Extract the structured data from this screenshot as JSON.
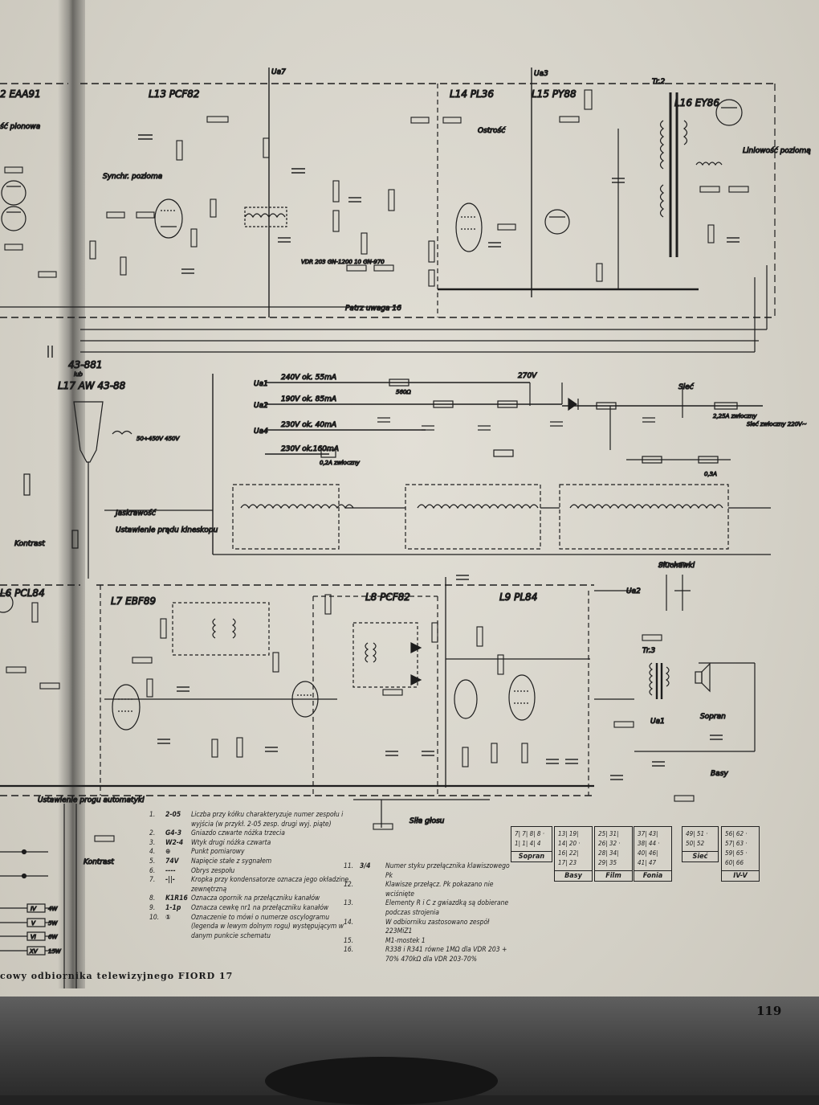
{
  "caption": "cowy odbiornika telewizyjnego FIORD 17",
  "page_number": "119",
  "tubes": {
    "eaa91": "2 EAA91",
    "pcf82_13": "L13 PCF82",
    "pl36": "L14 PL36",
    "py88": "L15 PY88",
    "ey86": "L16 EY86",
    "pcl84": "L6 PCL84",
    "ebf89": "L7 EBF89",
    "pcf82_8": "L8 PCF82",
    "pl84": "L9 PL84",
    "kineskop": "43-881",
    "kineskop_lib": "lub",
    "kineskop_alt": "L17 AW 43-88"
  },
  "signals": {
    "ua7": "Ua7",
    "ua3": "Ua3",
    "ua1": "Ua1",
    "ua2": "Ua2",
    "ua4": "Ua4",
    "ua2b": "Ua2",
    "ua1b": "Ua1",
    "tr2": "Tr.2",
    "tr3": "Tr.3"
  },
  "labels": {
    "pionowa": "ść pionowa",
    "synchr_pozioma": "Synchr. pozioma",
    "ostrosc": "Ostrość",
    "liniowosc": "Liniowość poziomą",
    "patrz_uwaga": "Patrz uwaga 16",
    "jaskrawosc": "Jaskrawość",
    "ustawienie_pradu": "Ustawienie prądu kineskopu",
    "kontrast": "Kontrast",
    "kontrast2": "Kontrast",
    "ustawienie_progu": "Ustawienie progu automatyki",
    "sila_glosu": "Siła głosu",
    "sluchawki": "Słuchawki",
    "siec": "Sieć",
    "siec_220": "Sieć zwłoczny 220V~",
    "sopran": "Sopran",
    "basy": "Basy",
    "vdr": "VDR 203 GN-1200 10 GN-970",
    "volt_50_450": "50÷450V 450V"
  },
  "supply": {
    "ua1_line": "240V ok. 55mA",
    "ua2_line": "190V ok. 85mA",
    "ua4_line": "230V ok. 40mA",
    "ua3_line": "230V ok.160mA",
    "r510": "560Ω",
    "v270": "270V",
    "r_bz52": "0,2A zwłoczny",
    "bz51": "2,25A zwłoczny",
    "q3a": "0,3A"
  },
  "legend": [
    {
      "num": "1.",
      "sym": "2-05",
      "text": "Liczba przy kółku charakteryzuje numer zespołu i wyjścia (w przykł. 2-05 zesp. drugi wyj. piąte)"
    },
    {
      "num": "2.",
      "sym": "G4-3",
      "text": "Gniazdo czwarte nóżka trzecia"
    },
    {
      "num": "3.",
      "sym": "W2-4",
      "text": "Wtyk drugi nóżka czwarta"
    },
    {
      "num": "4.",
      "sym": "⊕",
      "text": "Punkt pomiarowy"
    },
    {
      "num": "5.",
      "sym": "74V",
      "text": "Napięcie stałe z sygnałem"
    },
    {
      "num": "6.",
      "sym": "----",
      "text": "Obrys zespołu"
    },
    {
      "num": "7.",
      "sym": "-||-",
      "text": "Kropka przy kondensatorze oznacza jego okładzinę zewnętrzną"
    },
    {
      "num": "8.",
      "sym": "K1R16",
      "text": "Oznacza opornik na przełączniku kanałów"
    },
    {
      "num": "9.",
      "sym": "1-1p",
      "text": "Oznacza cewkę nr1 na przełączniku kanałów"
    },
    {
      "num": "10.",
      "sym": "①",
      "text": "Oznaczenie to mówi o numerze oscylogramu (legenda w lewym dolnym rogu) występującym w danym punkcie schematu"
    }
  ],
  "legend_right": [
    {
      "num": "11.",
      "sym": "3/4",
      "text": "Numer styku przełącznika klawiszowego Pk"
    },
    {
      "num": "12.",
      "sym": "",
      "text": "Klawisze przełącz. Pk pokazano nie wciśnięte"
    },
    {
      "num": "13.",
      "sym": "",
      "text": "Elementy R i C z gwiazdką są dobierane podczas strojenia"
    },
    {
      "num": "14.",
      "sym": "",
      "text": "W odbiorniku zastosowano zespół 223MiZ1"
    },
    {
      "num": "15.",
      "sym": "",
      "text": "M1-mostek 1"
    },
    {
      "num": "16.",
      "sym": "",
      "text": "R338 i R341 równe 1MΩ dla VDR 203 + 70% 470kΩ dla VDR 203-70%"
    }
  ],
  "switch_boxes": [
    {
      "name": "Sopran",
      "cells": "7|  7|  8|  8  ·  1|  1|  4|  4"
    },
    {
      "name": "Basy",
      "cells": "13|  19|  14|  20  ·  16|  22|  17|  23"
    },
    {
      "name": "Film",
      "cells": "25|  31|  26|  32  ·  28|  34|  29|  35"
    },
    {
      "name": "Fonia",
      "cells": "37|  43|  38|  44  ·  40|  46|  41|  47"
    },
    {
      "name": "Sieć",
      "cells": "49|  51  ·  50|  52"
    },
    {
      "name": "IV-V",
      "cells": "56|  62  ·  57|  63  ·  59|  65  ·  60|  66"
    }
  ],
  "left_switches": [
    "IV",
    "V",
    "VI",
    "XV"
  ],
  "left_switch_values": [
    "4W",
    "5W",
    "6W",
    "15W"
  ],
  "colors": {
    "paper": "#d8d5cc",
    "ink": "#1d1d1d",
    "band": "#3d3d3d"
  }
}
